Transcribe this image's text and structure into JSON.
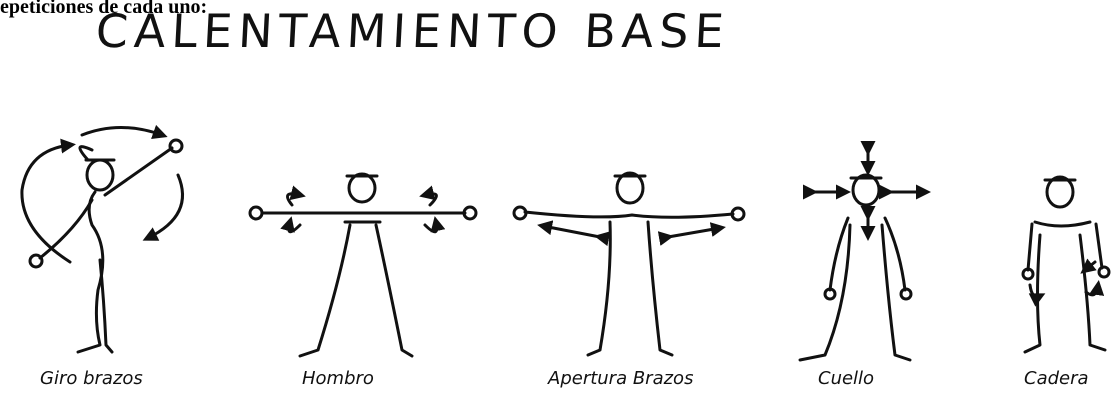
{
  "document": {
    "heading_snippet": "epeticiones de cada uno:",
    "title": "CALENTAMIENTO BASE"
  },
  "exercises": [
    {
      "caption": "Giro brazos",
      "icon": "stick-figure-arm-circles"
    },
    {
      "caption": "Hombro",
      "icon": "stick-figure-shoulder-rotation"
    },
    {
      "caption": "Apertura Brazos",
      "icon": "stick-figure-arm-opening"
    },
    {
      "caption": "Cuello",
      "icon": "stick-figure-neck-movement"
    },
    {
      "caption": "Cadera",
      "icon": "stick-figure-hip-rotation"
    }
  ]
}
